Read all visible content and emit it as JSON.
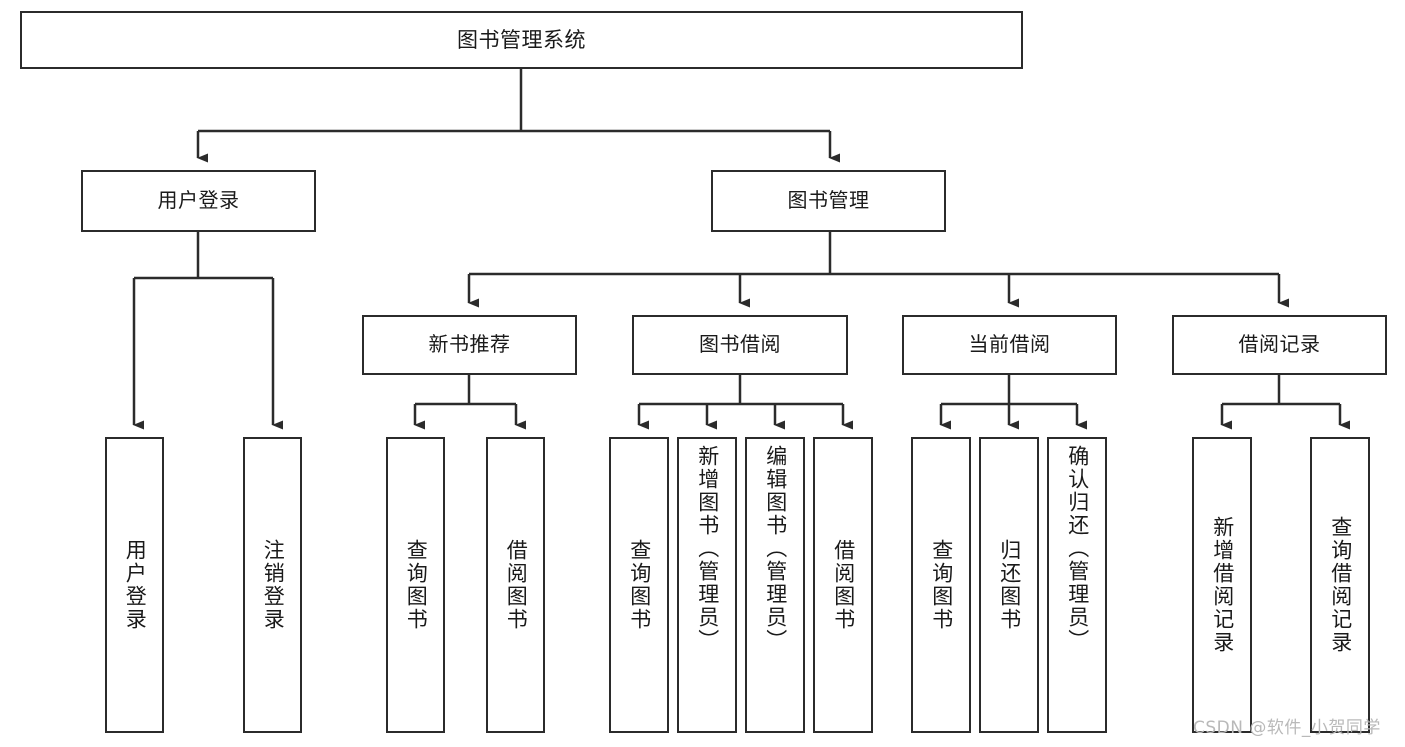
{
  "diagram": {
    "title": "图书管理系统",
    "type": "tree-hierarchy-chart",
    "colors": {
      "stroke": "#2b2b2b",
      "fill": "#ffffff",
      "text": "#1a1a1a",
      "watermark": "#b9b9b9"
    },
    "root": {
      "label": "图书管理系统"
    },
    "level1": [
      {
        "label": "用户登录"
      },
      {
        "label": "图书管理"
      }
    ],
    "level2": [
      {
        "label": "新书推荐"
      },
      {
        "label": "图书借阅"
      },
      {
        "label": "当前借阅"
      },
      {
        "label": "借阅记录"
      }
    ],
    "leaves": {
      "user_login": [
        {
          "label": "用户登录"
        },
        {
          "label": "注销登录"
        }
      ],
      "new_book_recommend": [
        {
          "label": "查询图书"
        },
        {
          "label": "借阅图书"
        }
      ],
      "book_borrow": [
        {
          "label": "查询图书"
        },
        {
          "label": "新增图书（管理员）"
        },
        {
          "label": "编辑图书（管理员）"
        },
        {
          "label": "借阅图书"
        }
      ],
      "current_borrow": [
        {
          "label": "查询图书"
        },
        {
          "label": "归还图书"
        },
        {
          "label": "确认归还（管理员）"
        }
      ],
      "borrow_record": [
        {
          "label": "新增借阅记录"
        },
        {
          "label": "查询借阅记录"
        }
      ]
    },
    "watermark": "CSDN @软件_小贺同学"
  }
}
